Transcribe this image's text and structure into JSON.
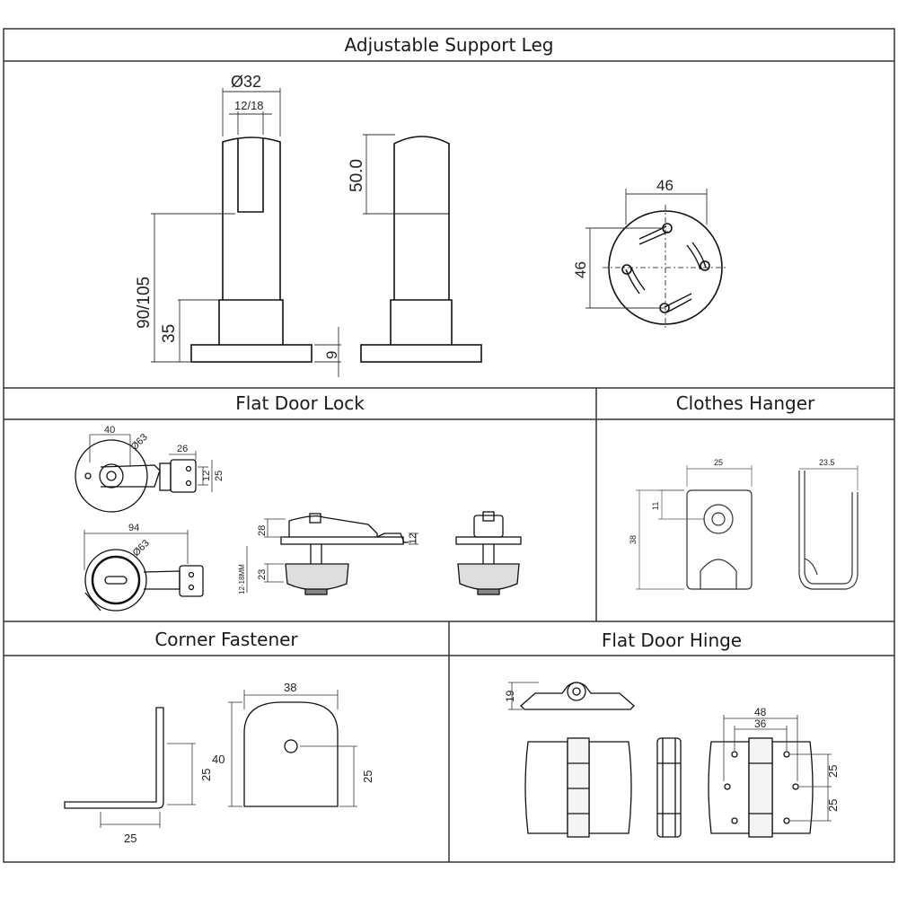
{
  "sections": {
    "support_leg": {
      "title": "Adjustable Support Leg",
      "dims": {
        "diameter": "Ø32",
        "slot": "12/18",
        "height": "90/105",
        "base_height": "35",
        "plate": "9",
        "top_section": "50.0",
        "plate_width": "46",
        "plate_height": "46"
      }
    },
    "door_lock": {
      "title": "Flat Door Lock",
      "dims": {
        "width_40": "40",
        "dia_top": "Ø63",
        "tab_26": "26",
        "tab_12": "12",
        "tab_25": "25",
        "width_94": "94",
        "dia_bottom": "Ø63",
        "side_28": "28",
        "side_12": "12",
        "side_23": "23",
        "side_range": "12-18MM"
      }
    },
    "clothes_hanger": {
      "title": "Clothes Hanger",
      "dims": {
        "width": "25",
        "hole": "11",
        "height": "38",
        "depth": "23.5"
      }
    },
    "corner_fastener": {
      "title": "Corner Fastener",
      "dims": {
        "leg_25": "25",
        "base_25": "25",
        "width_38": "38",
        "height_40": "40",
        "hole_25": "25"
      }
    },
    "door_hinge": {
      "title": "Flat Door Hinge",
      "dims": {
        "height_19": "19",
        "width_48": "48",
        "width_36": "36",
        "pitch_25a": "25",
        "pitch_25b": "25"
      }
    }
  }
}
